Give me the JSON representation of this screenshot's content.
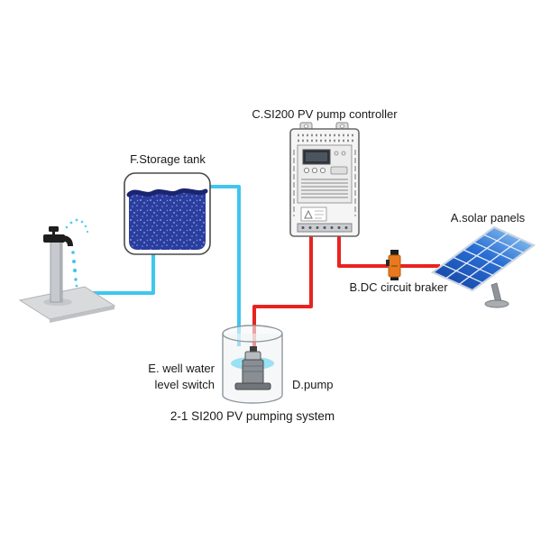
{
  "diagram": {
    "title": "2-1 SI200 PV pumping system",
    "labels": {
      "solar_panels": "A.solar panels",
      "dc_breaker": "B.DC circuit braker",
      "controller": "C.SI200 PV pump controller",
      "pump": "D.pump",
      "level_switch_line1": "E. well water",
      "level_switch_line2": "level switch",
      "storage_tank": "F.Storage tank"
    },
    "colors": {
      "water_pipe": "#3fc6ee",
      "power_wire": "#e8231f",
      "tank_water": "#2b3e9e",
      "tank_water_edge": "#1a2470",
      "panel_blue": "#1d58c8",
      "breaker_body": "#e8791f",
      "well_glow": "#8fdef2"
    }
  }
}
